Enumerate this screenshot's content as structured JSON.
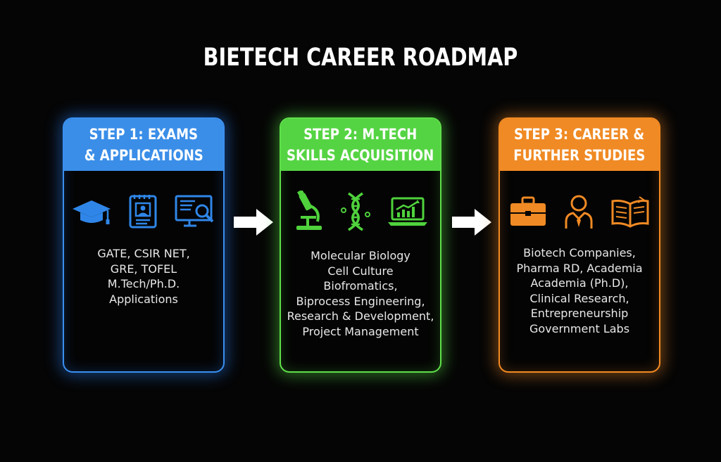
{
  "title": "BIETECH CAREER ROADMAP",
  "colors": {
    "step1": "#3a8ee8",
    "step2": "#55d443",
    "step3": "#f08a24",
    "background": "#050505"
  },
  "steps": [
    {
      "title_lines": [
        "STEP 1: EXAMS",
        "& APPLICATIONS"
      ],
      "icons": [
        "graduation-cap-icon",
        "id-document-icon",
        "monitor-search-icon"
      ],
      "lines": [
        "GATE, CSIR NET,",
        "GRE, TOFEL",
        "M.Tech/Ph.D.",
        "Applications"
      ]
    },
    {
      "title_lines": [
        "STEP 2: M.TECH",
        "SKILLS ACQUISITION"
      ],
      "icons": [
        "microscope-icon",
        "dna-icon",
        "laptop-chart-icon"
      ],
      "lines": [
        "Molecular Biology",
        "Cell Culture",
        "Biofromatics,",
        "Biprocess Engineering,",
        "Research & Development,",
        "Project Management"
      ]
    },
    {
      "title_lines": [
        "STEP 3: CAREER &",
        "FURTHER STUDIES"
      ],
      "icons": [
        "briefcase-icon",
        "person-icon",
        "open-book-icon"
      ],
      "lines": [
        "Biotech Companies,",
        "Pharma RD, Academia",
        "Academia (Ph.D),",
        "Clinical Research,",
        "Entrepreneurship",
        "Government Labs"
      ]
    }
  ],
  "arrows": [
    "arrow-right-icon",
    "arrow-right-icon"
  ]
}
